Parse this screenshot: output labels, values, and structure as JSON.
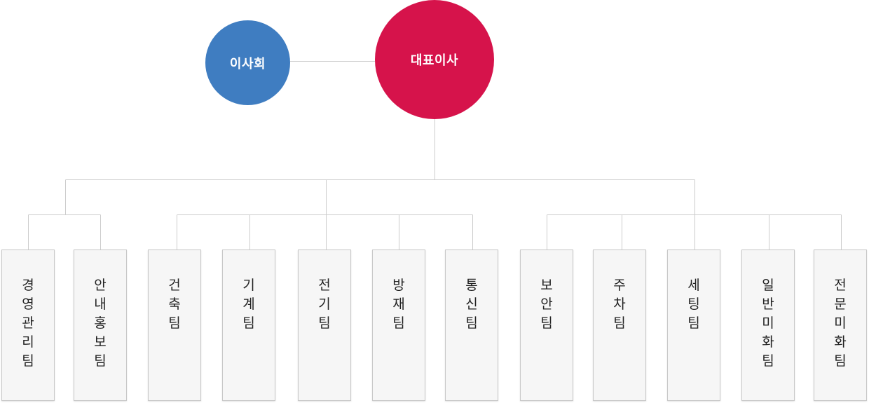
{
  "colors": {
    "board": "#3f7dc1",
    "ceo": "#d6134b",
    "line": "#cccccc",
    "box_bg": "#f6f6f6",
    "box_border": "#c8c8c8"
  },
  "board": {
    "label": "이사회"
  },
  "ceo": {
    "label": "대표이사"
  },
  "teams": [
    {
      "label": "경영관리팀"
    },
    {
      "label": "안내홍보팀"
    },
    {
      "label": "건축팀"
    },
    {
      "label": "기계팀"
    },
    {
      "label": "전기팀"
    },
    {
      "label": "방재팀"
    },
    {
      "label": "통신팀"
    },
    {
      "label": "보안팀"
    },
    {
      "label": "주차팀"
    },
    {
      "label": "세팅팀"
    },
    {
      "label": "일반미화팀"
    },
    {
      "label": "전문미화팀"
    }
  ]
}
